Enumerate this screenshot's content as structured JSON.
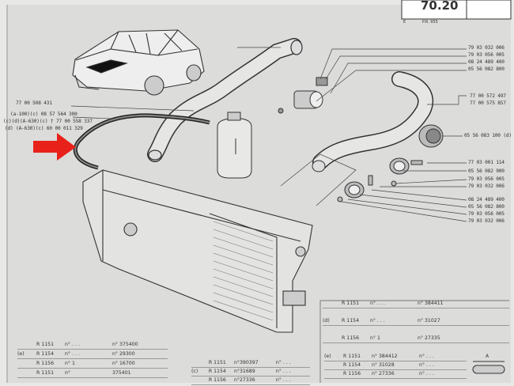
{
  "header": {
    "catalog_code": "70.20",
    "e_label": "E",
    "pr_label": "P.R. 955"
  },
  "part_numbers": {
    "top_right": [
      "79 03 032 006",
      "79 03 056 005",
      "08 24 489 400",
      "05 56 082 800"
    ],
    "left": [
      "77 00 508 431",
      "(a-100)(c) 08 57 564 300",
      "(c)(d)(A-630)(c) † 77 00 558 337",
      "(d) (A-630)(c) 60 00 011 329"
    ],
    "right_mid": [
      "77 00 572 497",
      "77 00 575 857"
    ],
    "right_cap": "05 56 083 100 (d)",
    "right_lower": [
      "77 03 001 114",
      "05 56 082 900",
      "79 03 056 005",
      "79 03 032 006",
      "08 24 489 400",
      "05 56 082 800",
      "79 03 056 005",
      "79 03 032 006"
    ]
  },
  "table_right": {
    "rows": [
      {
        "prefix": "",
        "model": "R 1151",
        "no_from": "n° . . .",
        "no_to": "n° 384411"
      },
      {
        "prefix": "(d)",
        "model": "R 1154",
        "no_from": "n° . . .",
        "no_to": "n° 31027"
      },
      {
        "prefix": "",
        "model": "R 1156",
        "no_from": "n° 1",
        "no_to": "n° 27335"
      }
    ]
  },
  "table_left": {
    "rows": [
      {
        "prefix": "",
        "model": "R 1151",
        "no_from": "n° . . .",
        "no_to": "n° 375400"
      },
      {
        "prefix": "(e)",
        "model": "R 1154",
        "no_from": "n° . . .",
        "no_to": "n° 29300"
      },
      {
        "prefix": "",
        "model": "R 1156",
        "no_from": "n° 1",
        "no_to": "n° 16700"
      },
      {
        "prefix": "",
        "model": "R 1151",
        "no_from": "n°",
        "no_to": "375401"
      }
    ]
  },
  "table_center": {
    "rows": [
      {
        "prefix": "",
        "model": "R 1151",
        "no_from": "n°390397",
        "no_to": "n° . . ."
      },
      {
        "prefix": "(c)",
        "model": "R 1154",
        "no_from": "n°31689",
        "no_to": "n° . . ."
      },
      {
        "prefix": "",
        "model": "R 1156",
        "no_from": "n°27336",
        "no_to": "n° . . ."
      }
    ]
  },
  "table_bottom_right": {
    "rows": [
      {
        "prefix": "(e)",
        "model": "R 1151",
        "no_from": "n° 384412",
        "no_to": "n° . . ."
      },
      {
        "prefix": "",
        "model": "R 1154",
        "no_from": "n° 31028",
        "no_to": "n° . . ."
      },
      {
        "prefix": "",
        "model": "R 1156",
        "no_from": "n° 27336",
        "no_to": "n° . . ."
      }
    ]
  },
  "detail_marker": "A",
  "colors": {
    "arrow": "#e8221b",
    "ink": "#333333",
    "paper": "#dcdcda"
  }
}
